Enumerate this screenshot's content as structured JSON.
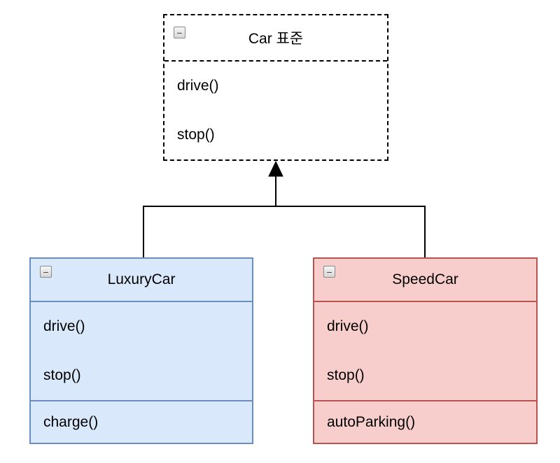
{
  "classes": {
    "car": {
      "title": "Car 표준",
      "methods": [
        "drive()",
        "stop()"
      ]
    },
    "luxury": {
      "title": "LuxuryCar",
      "methods": [
        "drive()",
        "stop()"
      ],
      "extra": "charge()"
    },
    "speed": {
      "title": "SpeedCar",
      "methods": [
        "drive()",
        "stop()"
      ],
      "extra": "autoParking()"
    }
  },
  "icons": {
    "collapse_minus": "−"
  },
  "colors": {
    "car_border": "#000000",
    "luxury_fill": "#dae8fc",
    "luxury_border": "#6c8ebf",
    "speed_fill": "#f8cecc",
    "speed_border": "#b85450",
    "connector": "#000000"
  }
}
